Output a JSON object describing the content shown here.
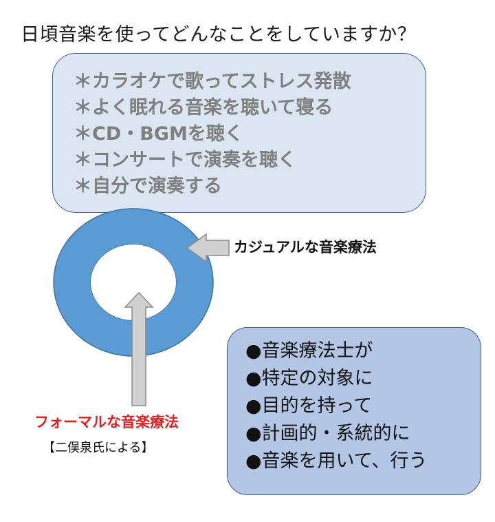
{
  "title": "日頃音楽を使ってどんなことをしていますか？",
  "casual_activities": [
    "＊カラオケで歌ってストレス発散",
    "＊よく眠れる音楽を聴いて寝る",
    "＊CD・BGMを聴く",
    "＊コンサートで演奏を聴く",
    "＊自分で演奏する"
  ],
  "casual_label": "カジュアルな音楽療法",
  "formal_label": "フォーマルな音楽療法",
  "source_note": "【二俣泉氏による】",
  "formal_definition": [
    "●音楽療法士が",
    "●特定の対象に",
    "●目的を持って",
    "●計画的・系統的に",
    "●音楽を用いて、行う"
  ],
  "colors": {
    "top_box_fill": "#dbe6f2",
    "bottom_box_fill": "#b3c6e6",
    "ring_fill": "#5b9bd5",
    "arrow_fill": "#d0d0d0",
    "formal_label_color": "#e02020"
  }
}
